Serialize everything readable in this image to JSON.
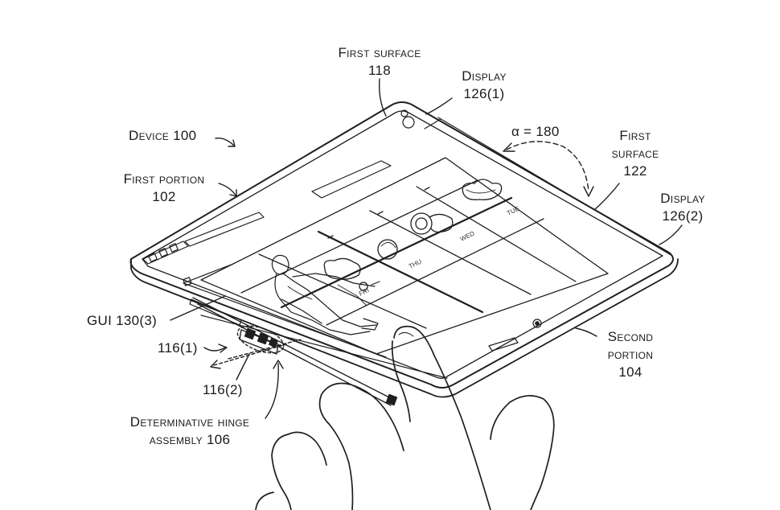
{
  "labels": {
    "first_surface_118": {
      "line1": "First surface",
      "line2": "118"
    },
    "display_126_1": {
      "line1": "Display",
      "line2": "126(1)"
    },
    "device_100": {
      "text": "Device 100"
    },
    "alpha": {
      "text": "α = 180"
    },
    "first_surface_122": {
      "line1": "First",
      "line2": "surface",
      "line3": "122"
    },
    "first_portion_102": {
      "line1": "First portion",
      "line2": "102"
    },
    "display_126_2": {
      "line1": "Display",
      "line2": "126(2)"
    },
    "gui_130_3": {
      "text": "GUI 130(3)"
    },
    "label_116_1": {
      "text": "116(1)"
    },
    "label_116_2": {
      "text": "116(2)"
    },
    "second_portion_104": {
      "line1": "Second",
      "line2": "portion",
      "line3": "104"
    },
    "hinge_assembly_106": {
      "line1": "Determinative hinge",
      "line2": "assembly 106"
    }
  },
  "weather_days": [
    "TUE",
    "WED",
    "THU",
    "FRI"
  ]
}
